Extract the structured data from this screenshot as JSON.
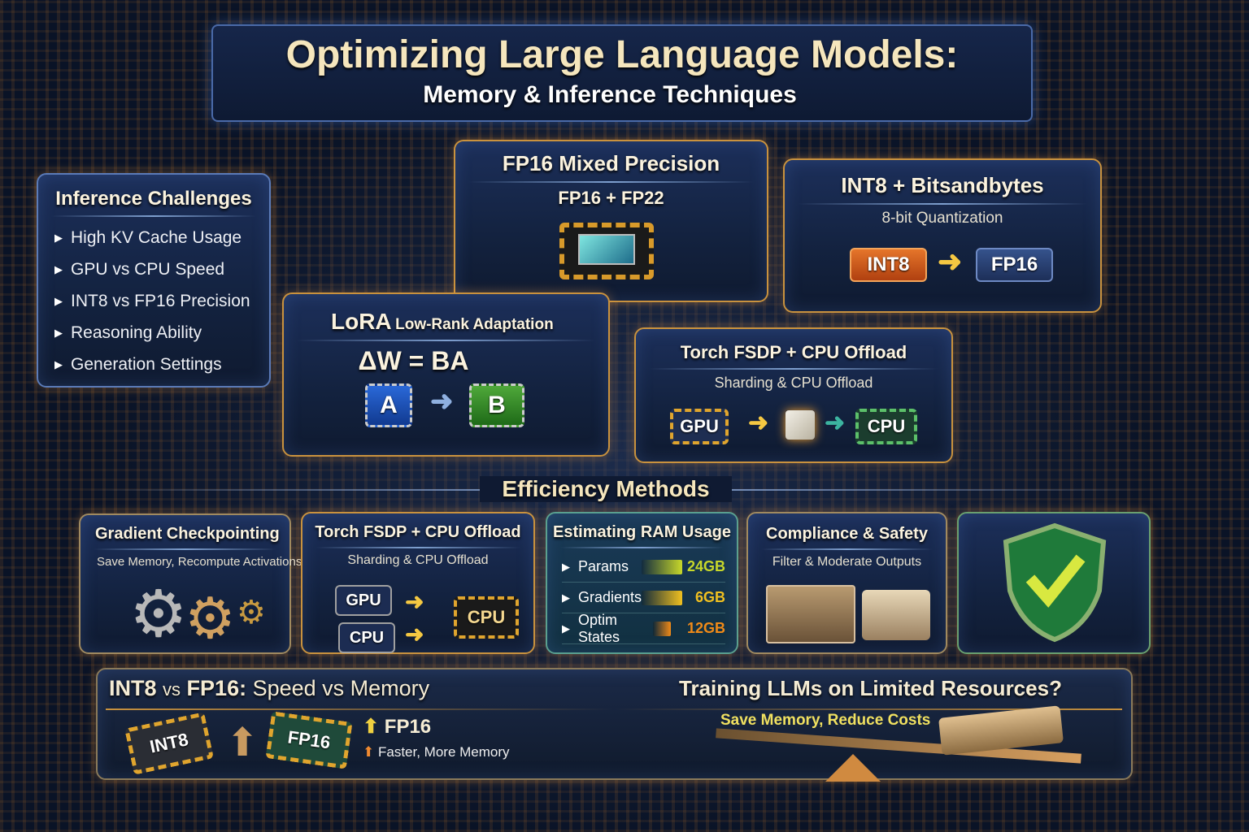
{
  "header": {
    "title": "Optimizing Large Language Models:",
    "subtitle": "Memory & Inference Techniques"
  },
  "challenges": {
    "title": "Inference Challenges",
    "items": [
      "High KV Cache Usage",
      "GPU vs CPU Speed",
      "INT8 vs FP16 Precision",
      "Reasoning Ability",
      "Generation Settings"
    ]
  },
  "fp16": {
    "title": "FP16 Mixed Precision",
    "subtitle": "FP16 + FP22"
  },
  "int8": {
    "title": "INT8 + Bitsandbytes",
    "subtitle": "8-bit Quantization",
    "from": "INT8",
    "to": "FP16"
  },
  "lora": {
    "title": "LoRA",
    "title_suffix": "Low-Rank Adaptation",
    "formula": "ΔW = BA",
    "a": "A",
    "b": "B"
  },
  "fsdp_top": {
    "title": "Torch FSDP + CPU Offload",
    "subtitle": "Sharding & CPU Offload",
    "gpu": "GPU",
    "cpu": "CPU"
  },
  "efficiency": {
    "heading": "Efficiency Methods"
  },
  "cards": {
    "gradient": {
      "title": "Gradient Checkpointing",
      "subtitle": "Save Memory, Recompute Activations"
    },
    "fsdp": {
      "title": "Torch FSDP + CPU Offload",
      "subtitle": "Sharding & CPU Offload",
      "gpu": "GPU",
      "cpu1": "CPU",
      "cpu2": "CPU"
    },
    "ram": {
      "title": "Estimating RAM Usage",
      "rows": [
        {
          "label": "Params",
          "value": "24GB",
          "color": "#c8d82a"
        },
        {
          "label": "Gradients",
          "value": "6GB",
          "color": "#f0c020"
        },
        {
          "label": "Optim States",
          "value": "12GB",
          "color": "#f08a18"
        }
      ]
    },
    "compliance": {
      "title": "Compliance & Safety",
      "subtitle": "Filter & Moderate Outputs"
    }
  },
  "bottom": {
    "left_title_a": "INT8",
    "left_title_vs": "vs",
    "left_title_b": "FP16:",
    "left_title_c": "Speed vs Memory",
    "chip1": "INT8",
    "chip2": "FP16",
    "up_label": "FP16",
    "up_note": "Faster, More Memory",
    "right_title": "Training LLMs on Limited Resources?",
    "right_sub": "Save Memory, Reduce Costs"
  }
}
